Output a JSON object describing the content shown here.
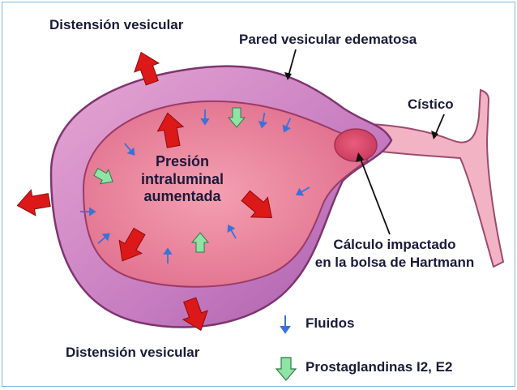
{
  "labels": {
    "distension_top": "Distensión vesicular",
    "pared": "Pared vesicular edematosa",
    "cistico": "Cístico",
    "presion": [
      "Presión",
      "intraluminal",
      "aumentada"
    ],
    "calculo": [
      "Cálculo impactado",
      "en la bolsa de Hartmann"
    ],
    "distension_bottom": "Distensión vesicular"
  },
  "legend": [
    {
      "icon": "fluid-arrow-icon",
      "label": "Fluidos"
    },
    {
      "icon": "prostaglandin-arrow-icon",
      "label": "Prostaglandinas I2, E2"
    }
  ],
  "colors": {
    "wall": "#c97bb8",
    "wall_outline": "#8c3f7a",
    "lumen": "#ea7c9a",
    "stone": "#d84a6a",
    "duct": "#f2b3c4",
    "pressure_arrow": "#dd1818",
    "fluid_arrow": "#3a72d8",
    "prostaglandin_arrow": "#8fe3a5",
    "text": "#1a1a3a"
  }
}
